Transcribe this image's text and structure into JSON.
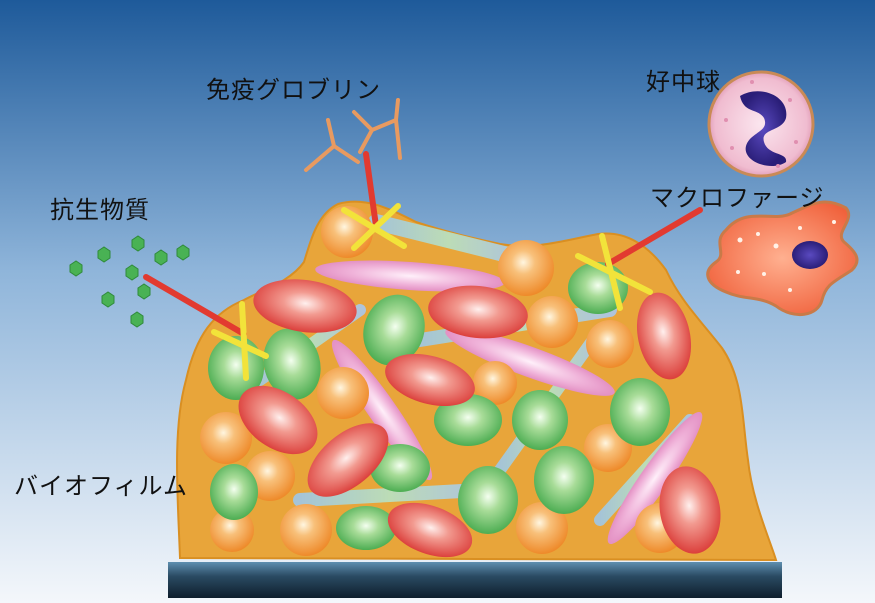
{
  "labels": {
    "immunoglobulin": "免疫グロブリン",
    "neutrophil": "好中球",
    "antibiotics": "抗生物質",
    "macrophage": "マクロファージ",
    "biofilm": "バイオフィルム"
  },
  "colors": {
    "sky_top": "#1e5a9a",
    "sky_bottom": "#eef4fa",
    "matrix": "#e8a53a",
    "cell_red": "#e0403f",
    "cell_green": "#5cb85c",
    "cell_orange": "#f0a23c",
    "cell_pink": "#e58ac0",
    "blocked_marker": "#f0e030",
    "attack_line": "#e23a30",
    "substrate": "#1d3344"
  }
}
